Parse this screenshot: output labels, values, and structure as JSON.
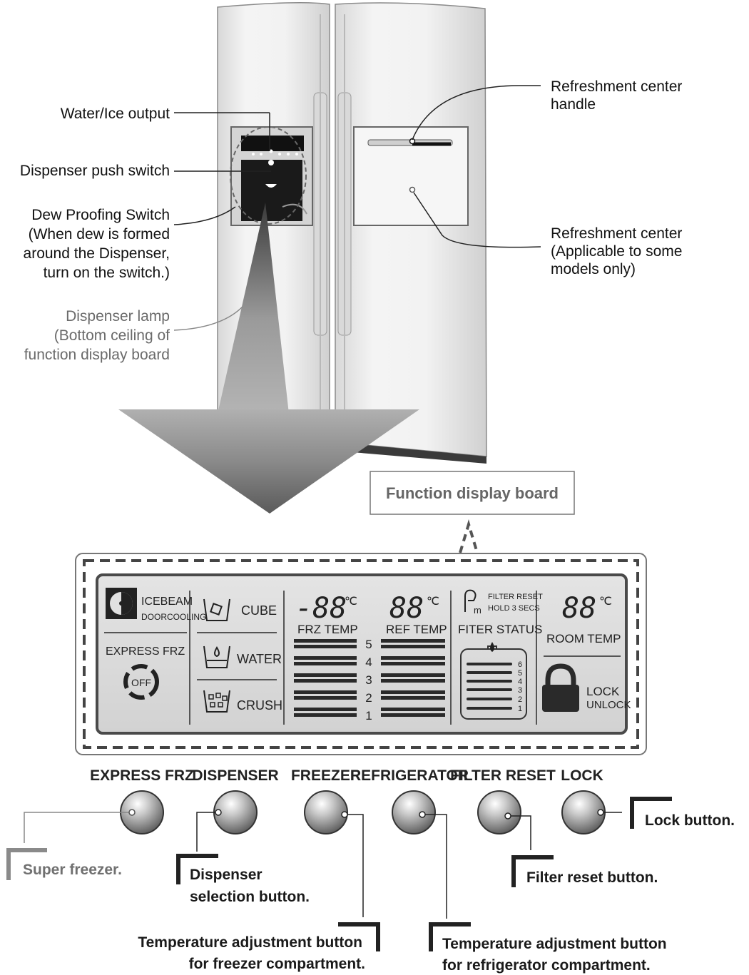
{
  "callouts": {
    "water_ice_output": "Water/Ice output",
    "dispenser_push_switch": "Dispenser push switch",
    "dew_switch": [
      "Dew Proofing Switch",
      "(When dew is formed",
      "around the Dispenser,",
      "turn on the switch.)"
    ],
    "dispenser_lamp": [
      "Dispenser  lamp",
      "(Bottom ceiling of",
      "function display board"
    ],
    "refreshment_handle": [
      "Refreshment center",
      "handle"
    ],
    "refreshment_center": [
      "Refreshment center",
      "(Applicable to some",
      "models only)"
    ],
    "function_board": "Function  display  board"
  },
  "panel": {
    "icebeam": "ICEBEAM",
    "doorcooling": "DOORCOOLING",
    "express_frz": "EXPRESS FRZ",
    "off": "OFF",
    "cube": "CUBE",
    "water": "WATER",
    "crush": "CRUSH",
    "frz_digits": "-88",
    "ref_digits": "88",
    "room_digits": "88",
    "deg": "℃",
    "frz_temp": "FRZ TEMP",
    "ref_temp": "REF TEMP",
    "levels": [
      "5",
      "4",
      "3",
      "2",
      "1"
    ],
    "filter_reset": "FILTER RESET",
    "hold3": "HOLD 3 SECS",
    "filter_status": "FITER STATUS",
    "filter_levels": [
      "6",
      "5",
      "4",
      "3",
      "2",
      "1"
    ],
    "room_temp": "ROOM TEMP",
    "lock": "LOCK",
    "unlock": "UNLOCK"
  },
  "buttons": [
    {
      "label": "EXPRESS FRZ",
      "desc": [
        "Super freezer."
      ]
    },
    {
      "label": "DISPENSER",
      "desc": [
        "Dispenser",
        "selection button."
      ]
    },
    {
      "label": "FREEZER",
      "desc": [
        "Temperature adjustment button",
        "for freezer compartment."
      ]
    },
    {
      "label": "REFRIGERATOR",
      "desc": [
        "Temperature adjustment button",
        "for refrigerator compartment."
      ]
    },
    {
      "label": "FILTER RESET",
      "desc": [
        "Filter reset  button."
      ]
    },
    {
      "label": "LOCK",
      "desc": [
        "Lock button."
      ]
    }
  ],
  "icons": [
    "fan-icon",
    "cube-cup-icon",
    "water-cup-icon",
    "crush-cup-icon",
    "filter-icon",
    "water-drop-icon",
    "padlock-icon",
    "express-off-icon"
  ]
}
